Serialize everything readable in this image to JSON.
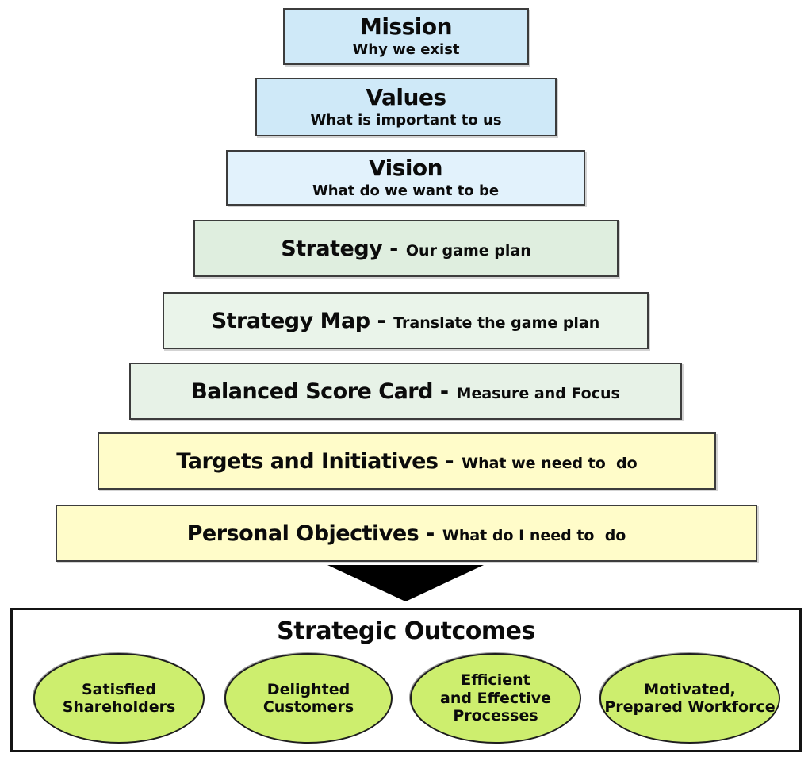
{
  "pyramid": {
    "levels": [
      {
        "id": "mission",
        "title": "Mission",
        "subtitle": "Why we exist",
        "color": "#cfe9f8"
      },
      {
        "id": "values",
        "title": "Values",
        "subtitle": "What is important to us",
        "color": "#cfe9f8"
      },
      {
        "id": "vision",
        "title": "Vision",
        "subtitle": "What do we want to be",
        "color": "#e2f2fc"
      },
      {
        "id": "strategy",
        "title": "Strategy -",
        "subtitle": "Our game plan",
        "color": "#dfeedf"
      },
      {
        "id": "strategy-map",
        "title": "Strategy Map -",
        "subtitle": "Translate the game plan",
        "color": "#eaf4ea"
      },
      {
        "id": "balanced-score-card",
        "title": "Balanced Score Card -",
        "subtitle": "Measure and Focus",
        "color": "#e7f2e7"
      },
      {
        "id": "targets-and-initiatives",
        "title": "Targets and Initiatives -",
        "subtitle": "What we need to  do",
        "color": "#fffcc9"
      },
      {
        "id": "personal-objectives",
        "title": "Personal Objectives -",
        "subtitle": "What do I need to  do",
        "color": "#fffcc9"
      }
    ]
  },
  "arrow": {
    "name": "down-arrow",
    "color": "#000000"
  },
  "outcomes": {
    "title": "Strategic Outcomes",
    "ellipse_color": "#cdee6e",
    "items": [
      {
        "label": "Satisfied\nShareholders"
      },
      {
        "label": "Delighted\nCustomers"
      },
      {
        "label": "Efficient\nand Effective\nProcesses"
      },
      {
        "label": "Motivated,\nPrepared Workforce"
      }
    ]
  }
}
